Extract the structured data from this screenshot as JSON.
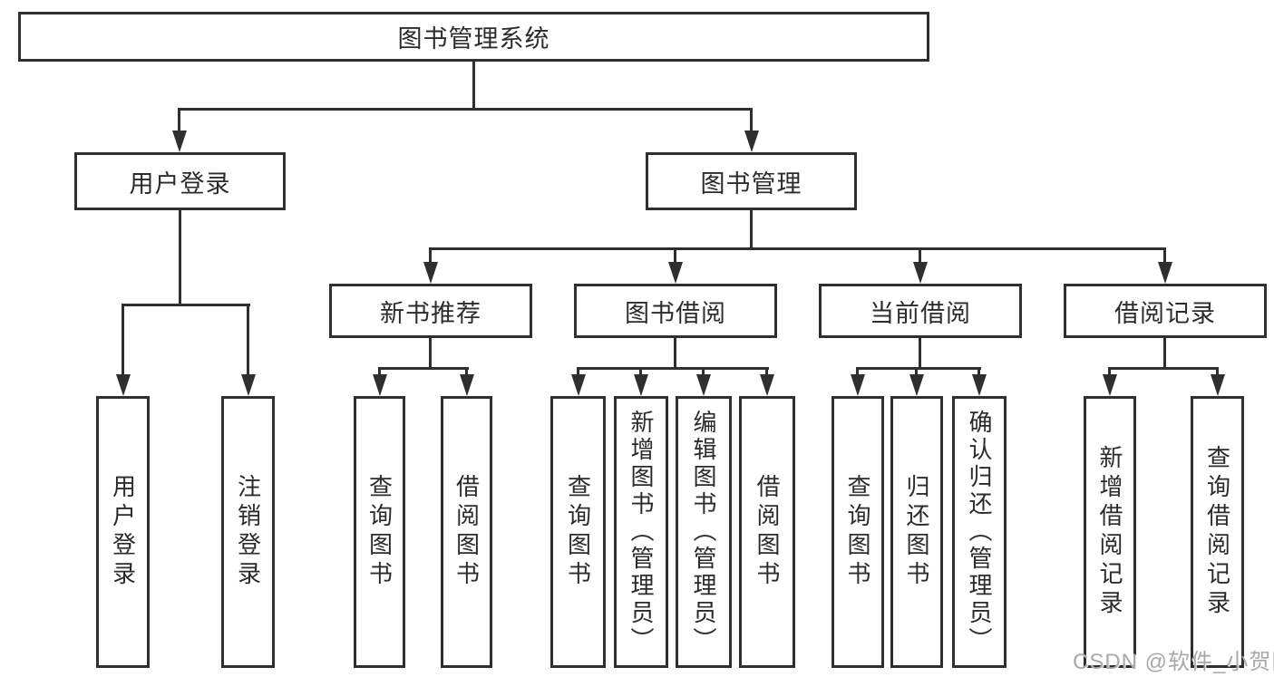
{
  "diagram": {
    "title": "图书管理系统",
    "modules": [
      {
        "name": "用户登录",
        "features": [
          "用户登录",
          "注销登录"
        ]
      },
      {
        "name": "图书管理",
        "submodules": [
          {
            "name": "新书推荐",
            "features": [
              "查询图书",
              "借阅图书"
            ]
          },
          {
            "name": "图书借阅",
            "features": [
              "查询图书",
              "新增图书（管理员）",
              "编辑图书（管理员）",
              "借阅图书"
            ]
          },
          {
            "name": "当前借阅",
            "features": [
              "查询图书",
              "归还图书",
              "确认归还（管理员）"
            ]
          },
          {
            "name": "借阅记录",
            "features": [
              "新增借阅记录",
              "查询借阅记录"
            ]
          }
        ]
      }
    ]
  },
  "watermark": {
    "text": "CSDN @软件_小贺同学"
  },
  "colors": {
    "line": "#2f2f2f",
    "text": "#2b2b2b",
    "watermark": "#a9a9a9",
    "background": "#ffffff"
  }
}
